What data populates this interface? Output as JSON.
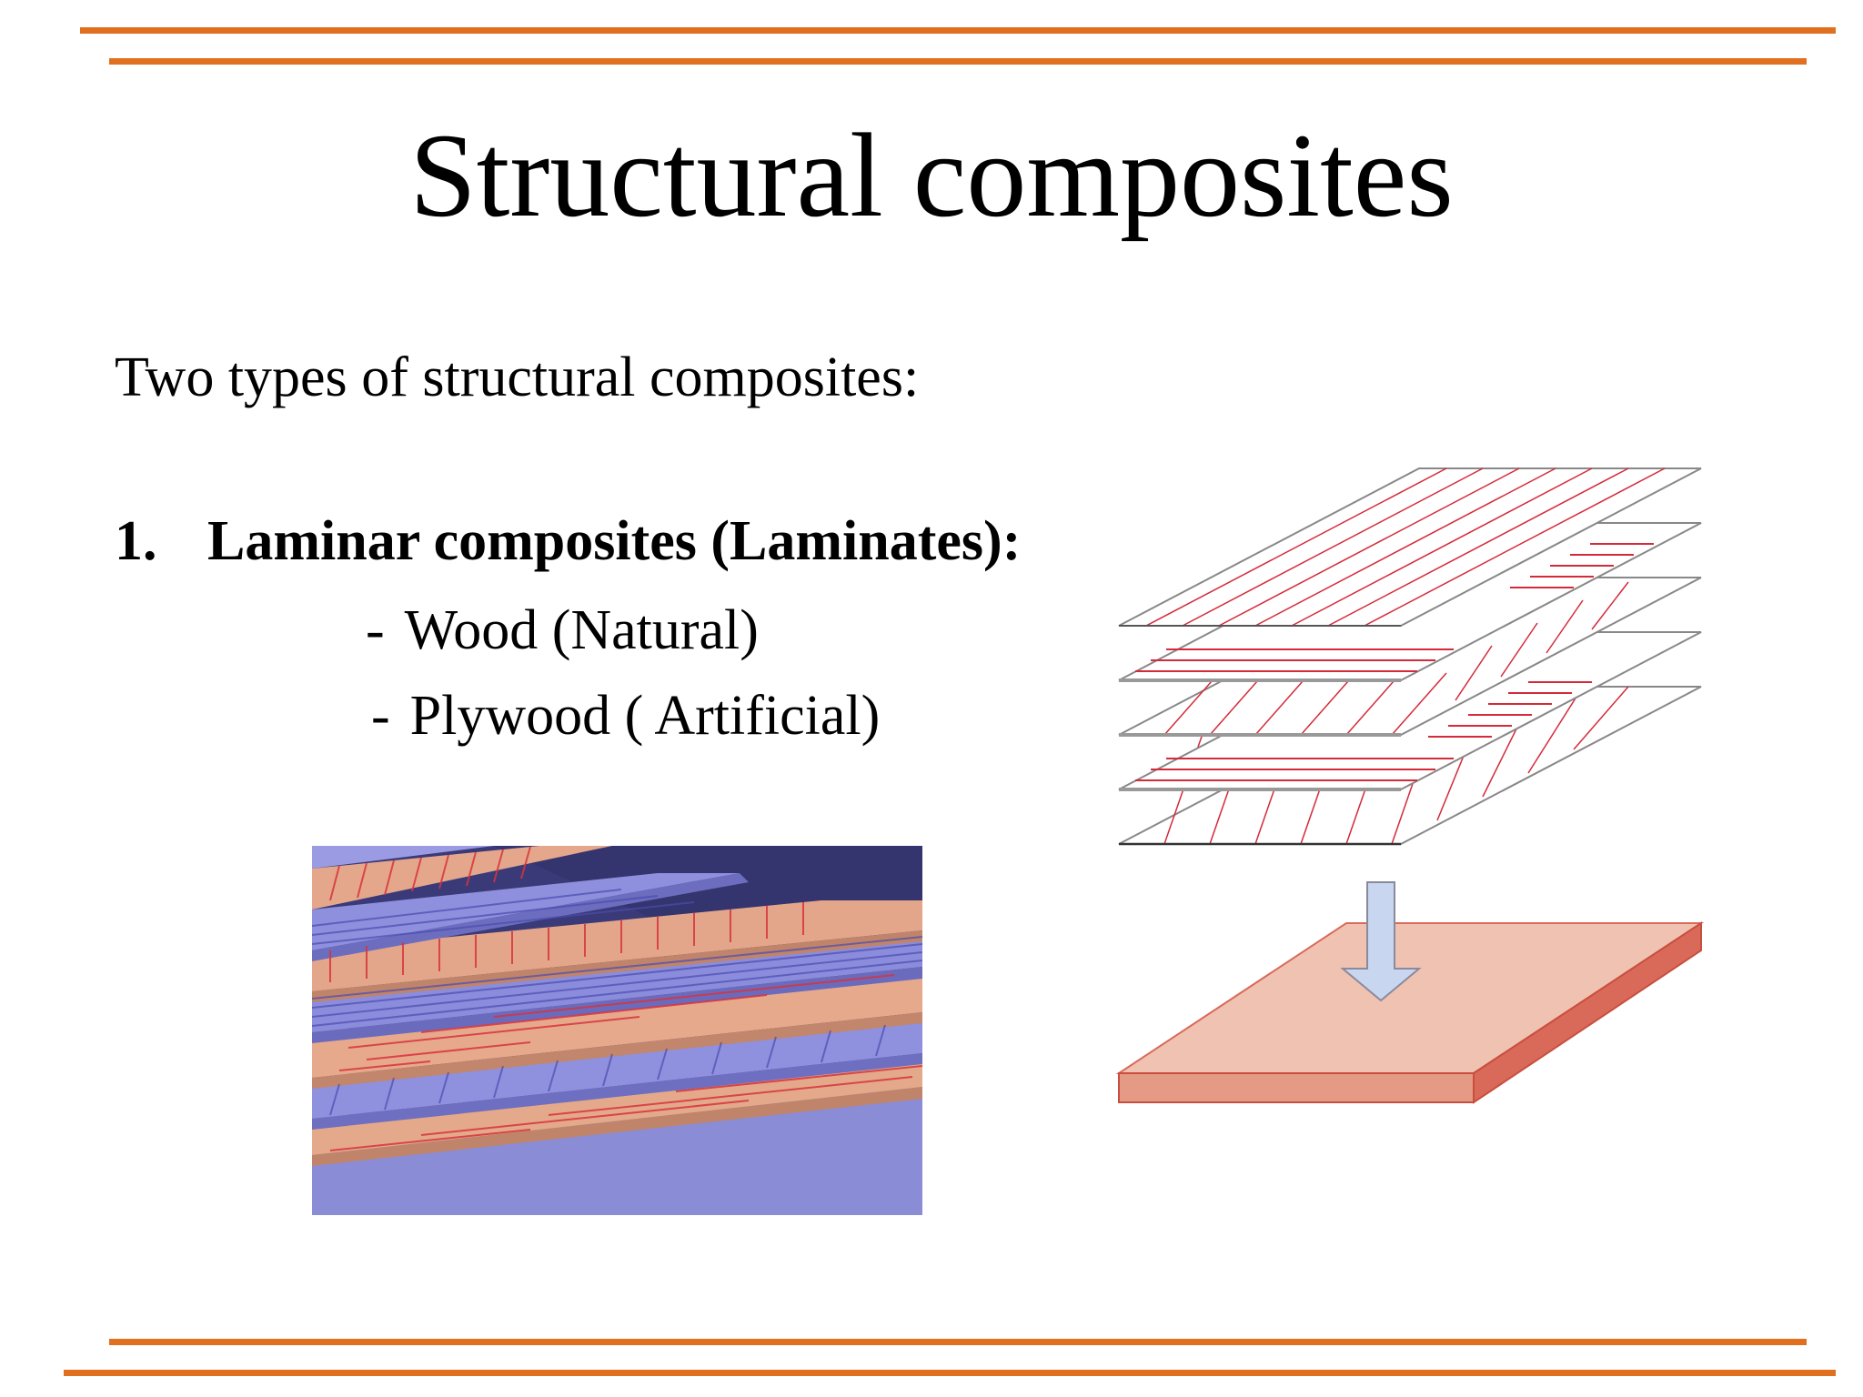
{
  "slide": {
    "title": "Structural composites",
    "intro": "Two types of structural composites:",
    "item1": {
      "number": "1.",
      "label": "Laminar composites (Laminates):",
      "subitems": [
        {
          "dash": "-",
          "text": "Wood (Natural)"
        },
        {
          "dash": "-",
          "text": "Plywood ( Artificial)"
        }
      ]
    }
  },
  "colors": {
    "rule": "#e06f1f",
    "fiber_red": "#d42a3a",
    "ply_purple": "#8a8cdc",
    "ply_orange": "#e5a488",
    "arrow": "#c9d6f0",
    "panel_top": "#efc2b2",
    "panel_edge": "#d96a5a"
  }
}
